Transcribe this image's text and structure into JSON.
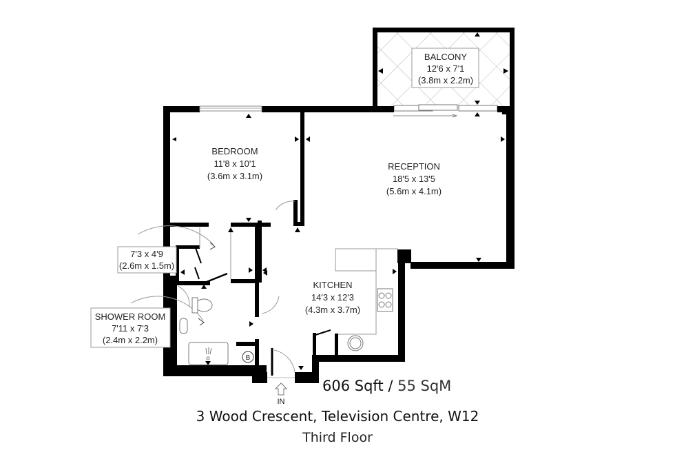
{
  "floorplan": {
    "rooms": [
      {
        "id": "balcony",
        "name": "BALCONY",
        "imperial": "12'6 x 7'1",
        "metric": "(3.8m x 2.2m)"
      },
      {
        "id": "bedroom",
        "name": "BEDROOM",
        "imperial": "11'8 x 10'1",
        "metric": "(3.6m x 3.1m)"
      },
      {
        "id": "reception",
        "name": "RECEPTION",
        "imperial": "18'5 x 13'5",
        "metric": "(5.6m x 4.1m)"
      },
      {
        "id": "dressing",
        "name": "",
        "imperial": "7'3 x 4'9",
        "metric": "(2.6m x 1.5m)"
      },
      {
        "id": "shower",
        "name": "SHOWER ROOM",
        "imperial": "7'11 x 7'3",
        "metric": "(2.4m x 2.2m)"
      },
      {
        "id": "kitchen",
        "name": "KITCHEN",
        "imperial": "14'3 x 12'3",
        "metric": "(4.3m x 3.7m)"
      }
    ],
    "boiler_label": "B",
    "entrance_label": "IN"
  },
  "footer": {
    "area_imperial": "606 Sqft",
    "separator": " / ",
    "area_metric": "55 SqM",
    "address": "3 Wood Crescent, Television Centre, W12",
    "floor": "Third Floor"
  },
  "colors": {
    "wall": "#000000",
    "fixture_line": "#9a9a9a",
    "text": "#222222"
  }
}
